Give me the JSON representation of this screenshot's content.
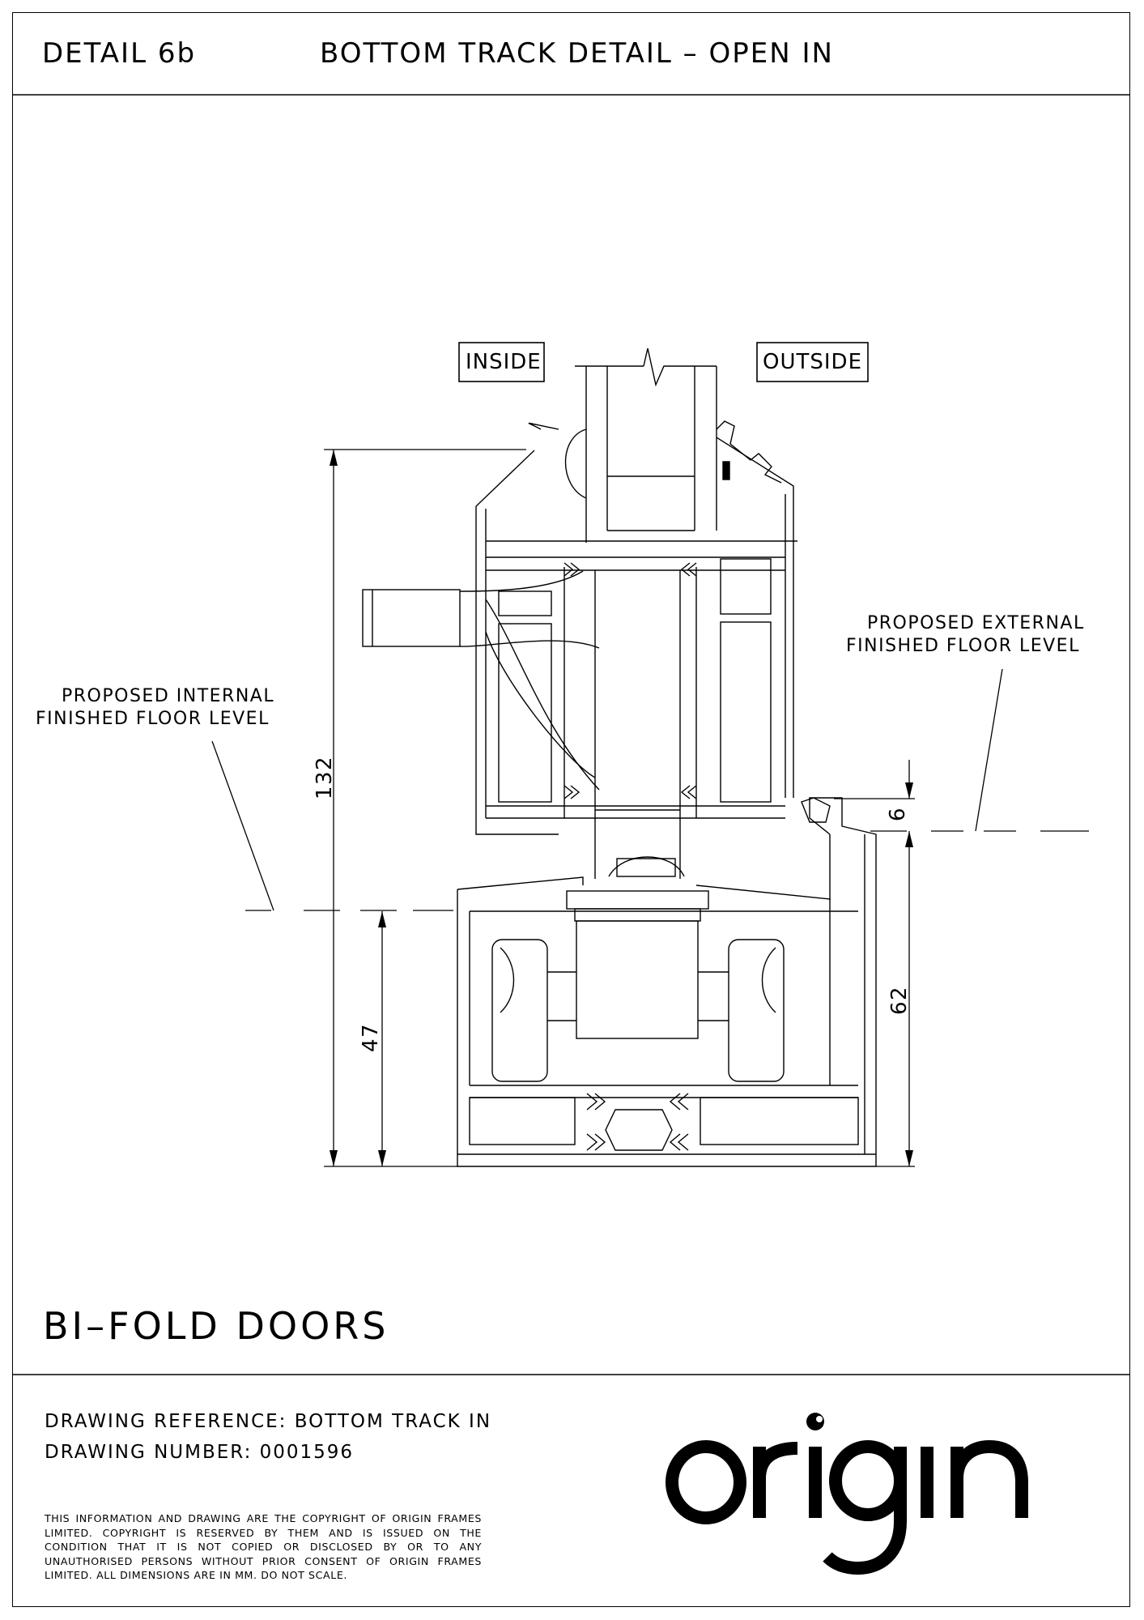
{
  "header": {
    "detail": "DETAIL 6b",
    "title": "BOTTOM TRACK DETAIL – OPEN IN"
  },
  "diagram": {
    "inside_label": "INSIDE",
    "outside_label": "OUTSIDE",
    "internal_floor_label": [
      "PROPOSED INTERNAL",
      "FINISHED FLOOR LEVEL"
    ],
    "external_floor_label": [
      "PROPOSED EXTERNAL",
      "FINISHED FLOOR LEVEL"
    ],
    "dimensions": {
      "overall_height": "132",
      "internal_floor_to_base": "47",
      "upstand": "6",
      "external_floor_to_base": "62"
    }
  },
  "product": "BI–FOLD DOORS",
  "footer": {
    "drawing_reference": "DRAWING REFERENCE: BOTTOM TRACK IN",
    "drawing_number": "DRAWING NUMBER: 0001596",
    "copyright": "THIS INFORMATION AND DRAWING ARE THE COPYRIGHT OF ORIGIN FRAMES LIMITED. COPYRIGHT IS RESERVED BY THEM AND IS ISSUED ON THE CONDITION THAT IT IS NOT COPIED OR DISCLOSED BY OR TO ANY UNAUTHORISED PERSONS WITHOUT PRIOR CONSENT OF ORIGIN FRAMES LIMITED. ALL DIMENSIONS ARE IN MM. DO NOT SCALE.",
    "logo_text": "origin"
  }
}
